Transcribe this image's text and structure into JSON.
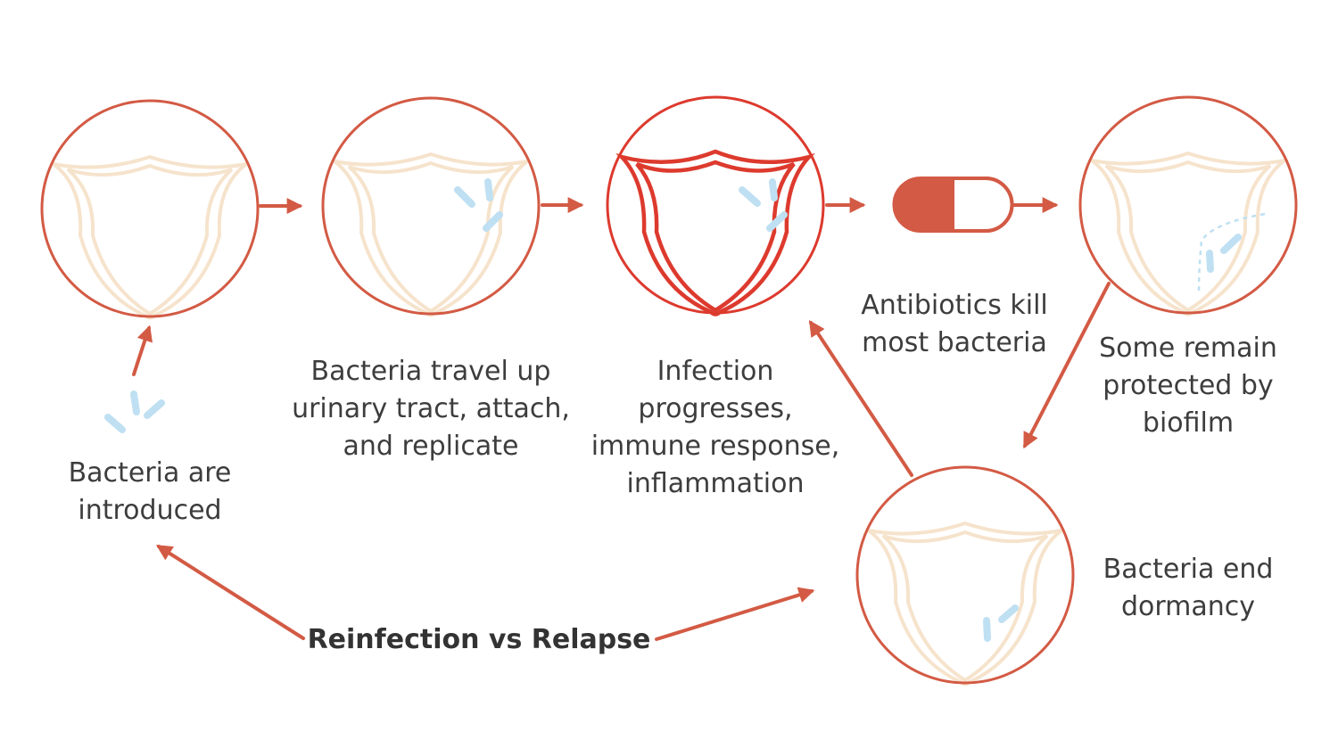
{
  "colors": {
    "accent": "#d35a44",
    "accent_bright": "#dd3a2e",
    "organ_outline": "#f6e3cc",
    "bacteria": "#bfe0f2",
    "text": "#3d3d3d",
    "background": "#ffffff"
  },
  "steps": [
    {
      "label": "Bacteria are\nintroduced"
    },
    {
      "label": "Bacteria travel up\nurinary tract, attach,\nand replicate"
    },
    {
      "label": "Infection\nprogresses,\nimmune response,\ninflammation"
    },
    {
      "label": "Antibiotics kill\nmost bacteria"
    },
    {
      "label": "Some remain\nprotected by\nbiofilm"
    },
    {
      "label": "Bacteria end\ndormancy"
    }
  ],
  "center_label": "Reinfection vs Relapse",
  "icons": {
    "stage_icon": "bladder-icon",
    "treatment_icon": "pill-capsule-icon",
    "microbe_icon": "bacteria-icon"
  }
}
